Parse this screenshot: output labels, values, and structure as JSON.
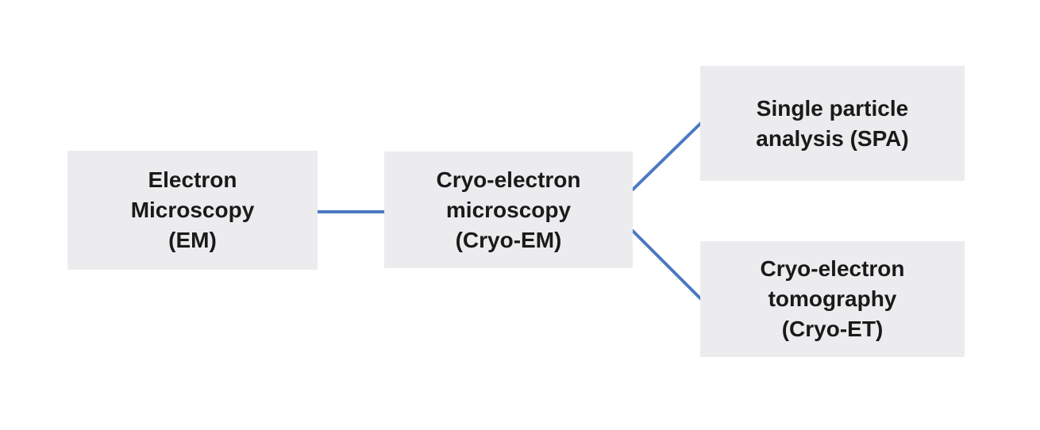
{
  "colors": {
    "background": "#ffffff",
    "node_fill": "#ececee",
    "node_text": "#1a1a1a",
    "connector": "#4a79c2"
  },
  "nodes": {
    "em": {
      "label": "Electron\nMicroscopy\n(EM)"
    },
    "cryo_em": {
      "label": "Cryo-electron\nmicroscopy\n(Cryo-EM)"
    },
    "spa": {
      "label": "Single particle\nanalysis (SPA)"
    },
    "cryo_et": {
      "label": "Cryo-electron\ntomography\n(Cryo-ET)"
    }
  },
  "edges": [
    {
      "from": "em",
      "to": "cryo_em"
    },
    {
      "from": "cryo_em",
      "to": "spa"
    },
    {
      "from": "cryo_em",
      "to": "cryo_et"
    }
  ]
}
